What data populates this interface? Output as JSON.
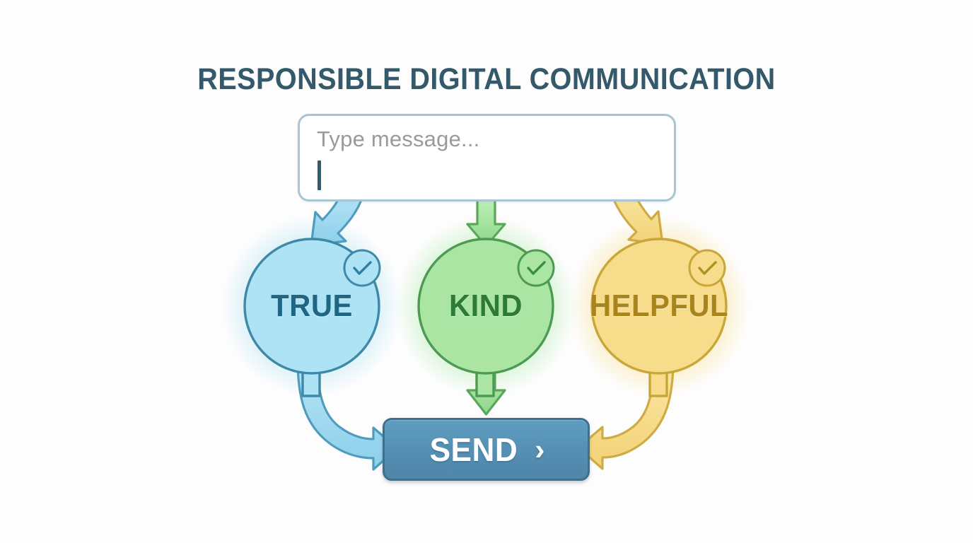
{
  "title": "RESPONSIBLE DIGITAL COMMUNICATION",
  "message_input": {
    "placeholder": "Type message...",
    "value": "",
    "caret_visible": true
  },
  "filters": [
    {
      "id": "true",
      "label": "TRUE",
      "checked": true,
      "fill": "#ade3f4",
      "stroke": "#3e89a8",
      "text_color": "#1f6684",
      "glow": "#bfe8f7"
    },
    {
      "id": "kind",
      "label": "KIND",
      "checked": true,
      "fill": "#aae5a3",
      "stroke": "#4e9a52",
      "text_color": "#2f7a38",
      "glow": "#c6f0bf"
    },
    {
      "id": "helpful",
      "label": "HELPFUL",
      "checked": true,
      "fill": "#f7dc8c",
      "stroke": "#c9a638",
      "text_color": "#a8841c",
      "glow": "#fcecb8"
    }
  ],
  "send_button": {
    "label": "SEND",
    "chevron": "›",
    "fill": "#568fb3",
    "border": "#3d6f8f",
    "text_color": "#ffffff"
  },
  "arrows": {
    "input_to_true": "curved-down-left",
    "input_to_kind": "straight-down",
    "input_to_helpful": "curved-down-right",
    "true_to_send": "curved-down-right",
    "kind_to_send": "straight-down",
    "helpful_to_send": "curved-down-left"
  },
  "colors": {
    "background": "#fdfdfd",
    "title": "#33596b",
    "input_border": "#a9c4d4",
    "placeholder": "#9a9a9a",
    "caret": "#2f5d6e"
  }
}
